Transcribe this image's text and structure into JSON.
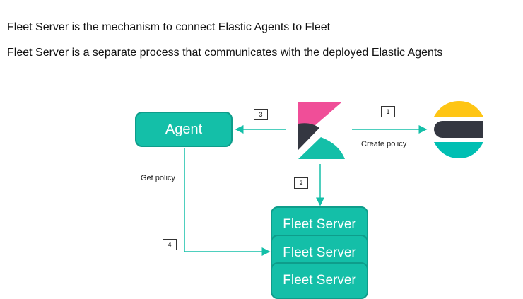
{
  "text": {
    "line1": "Fleet Server is the mechanism to connect Elastic Agents to Fleet",
    "line2": "Fleet Server is a separate process that communicates with the deployed Elastic Agents"
  },
  "diagram": {
    "agent_label": "Agent",
    "fleet_server_labels": [
      "Fleet Server",
      "Fleet Server",
      "Fleet Server"
    ],
    "steps": [
      "1",
      "2",
      "3",
      "4"
    ],
    "create_policy_label": "Create policy",
    "get_policy_label": "Get policy"
  },
  "colors": {
    "teal": "#14bfa8",
    "teal_border": "#0e9d8b",
    "kibana_pink": "#f04e98",
    "kibana_dark": "#343741",
    "es_yellow": "#fec514",
    "es_dark": "#343741",
    "es_teal": "#00bfb3"
  },
  "icons": [
    "kibana-logo-icon",
    "elasticsearch-logo-icon"
  ]
}
